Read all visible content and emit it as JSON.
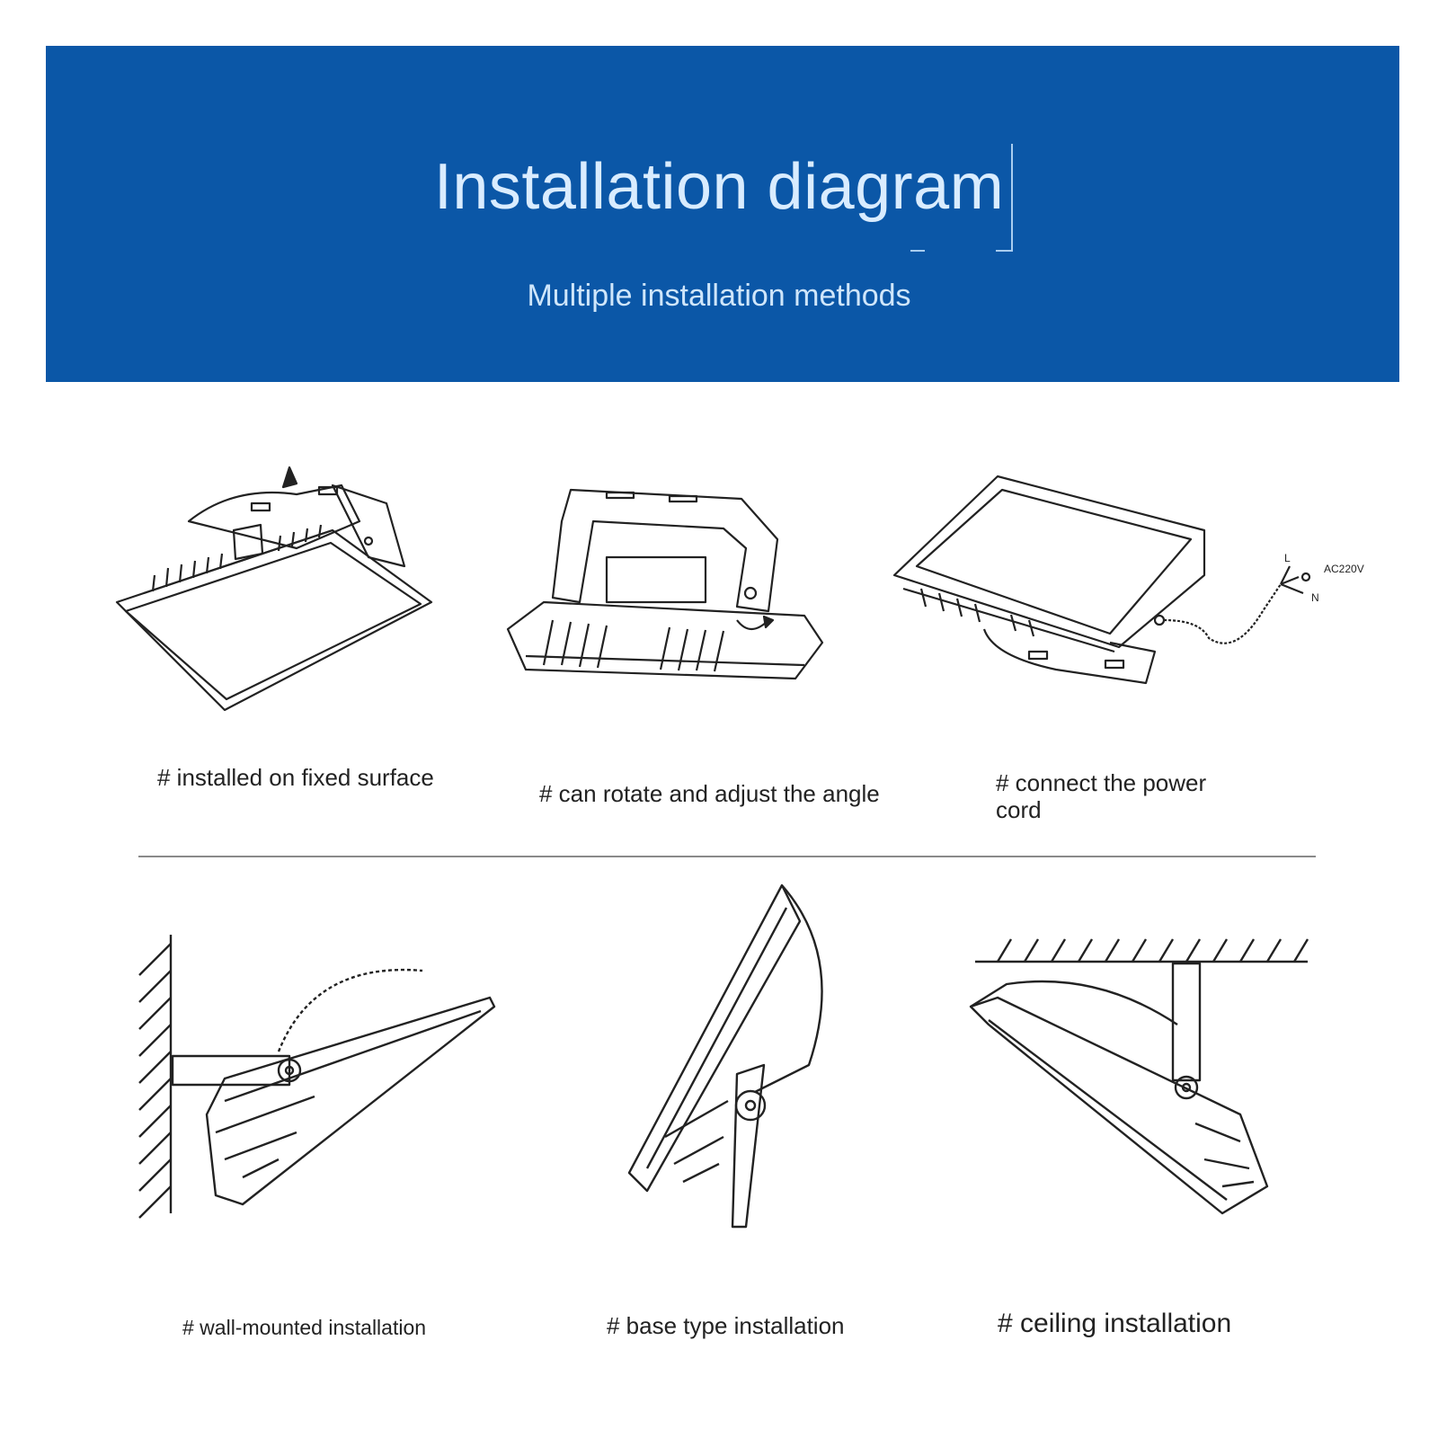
{
  "header": {
    "title": "Installation diagram",
    "subtitle": "Multiple installation methods",
    "background_color": "#0b57a7",
    "text_color": "#d9ecff"
  },
  "top_row": [
    {
      "caption": "# installed on fixed surface",
      "icon": "floodlight-fixed-surface-icon"
    },
    {
      "caption": "# can rotate and adjust the angle",
      "icon": "floodlight-rotate-icon"
    },
    {
      "caption": "# connect the power cord",
      "icon": "floodlight-power-cord-icon"
    }
  ],
  "bottom_row": [
    {
      "caption": "# wall-mounted installation",
      "icon": "floodlight-wall-mount-icon"
    },
    {
      "caption": "# base type installation",
      "icon": "floodlight-base-mount-icon"
    },
    {
      "caption": "# ceiling installation",
      "icon": "floodlight-ceiling-mount-icon"
    }
  ],
  "wire_labels": {
    "line": "L",
    "neutral": "N",
    "voltage": "AC220V"
  }
}
